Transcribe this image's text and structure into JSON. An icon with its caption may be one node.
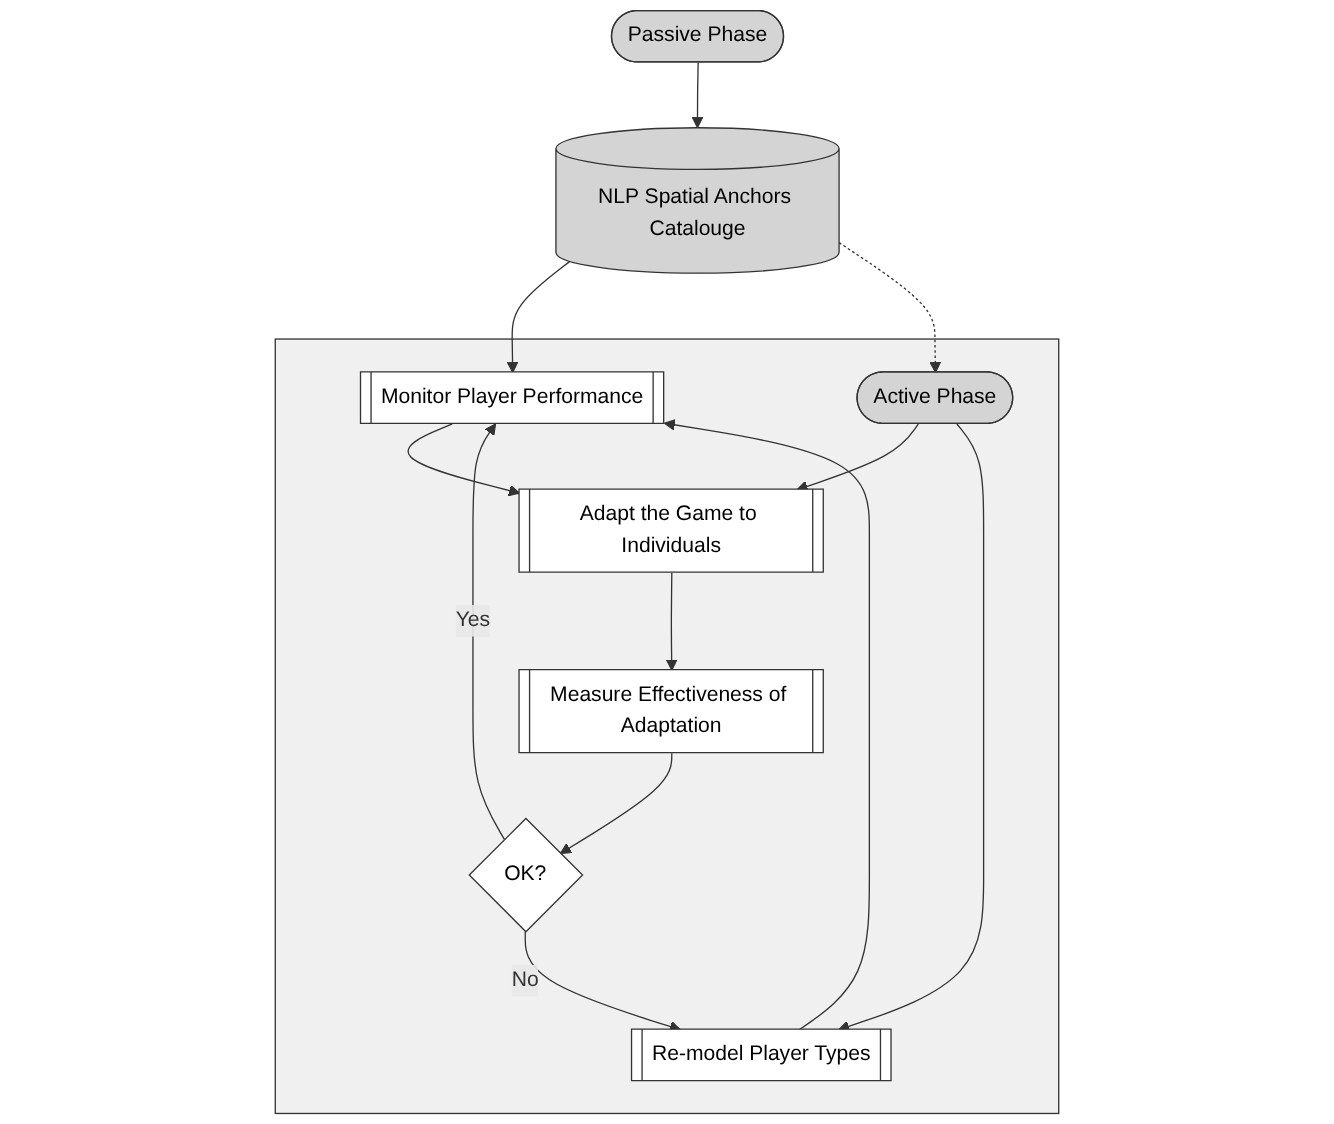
{
  "diagram": {
    "nodes": [
      {
        "text": [
          "NLP Spatial Anchors Catalouge"
        ]
      },
      {
        "text": [
          "Passive Phase"
        ]
      },
      {
        "text": [],
        "shape": "box"
      },
      {
        "text": [
          "Monitor Player Performance"
        ],
        "in": 2
      },
      {
        "text": [
          "Adapt the Game to Individuals"
        ],
        "in": 2
      },
      {
        "text": [
          "Measure Effectiveness of Adaptation"
        ],
        "in": 2
      },
      {
        "text": [
          "OK?"
        ],
        "in": 2
      },
      {
        "text": [
          "Active Phase"
        ],
        "in": 2
      },
      {
        "text": [
          "Re-model Player Types"
        ],
        "in": 2
      }
    ],
    "edges": [
      {
        "from": 1,
        "to": 0,
        "arrow": "to"
      },
      {
        "from": 0,
        "to": 3,
        "arrow": "to"
      },
      {
        "from": 3,
        "to": 4,
        "arrow": "to"
      },
      {
        "from": 4,
        "to": 5,
        "arrow": "to"
      },
      {
        "from": 5,
        "to": 6,
        "arrow": "to"
      },
      {
        "from": 6,
        "to": 3,
        "arrow": "to",
        "label": "Yes"
      },
      {
        "from": 6,
        "to": 8,
        "arrow": "to",
        "label": "No"
      },
      {
        "from": 7,
        "to": 4,
        "arrow": "to"
      },
      {
        "from": 7,
        "to": 8,
        "arrow": "to"
      },
      {
        "from": 8,
        "to": 3,
        "arrow": "to"
      },
      {
        "from": 0,
        "to": 7,
        "arrow": "to",
        "style": "dashed"
      }
    ]
  }
}
